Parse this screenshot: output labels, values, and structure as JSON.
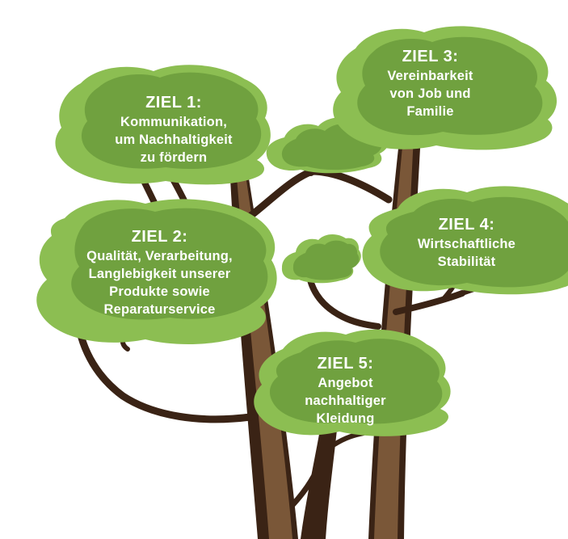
{
  "diagram": {
    "type": "tree-infographic",
    "language": "de",
    "description_names": {
      "tree": "stylized tree with goal canopies",
      "canopy": "foliage bubble",
      "trunk": "tree trunk"
    }
  },
  "colors": {
    "background": "#ffffff",
    "foliage_light": "#8CBE52",
    "foliage_dark": "#70A13F",
    "trunk_dark": "#3A2315",
    "trunk_light": "#7A5738",
    "text": "#ffffff"
  },
  "goals": [
    {
      "id": "ziel-1",
      "title": "ZIEL 1:",
      "lines": [
        "Kommunikation,",
        "um Nachhaltigkeit",
        "zu fördern"
      ]
    },
    {
      "id": "ziel-2",
      "title": "ZIEL 2:",
      "lines": [
        "Qualität, Verarbeitung,",
        "Langlebigkeit unserer",
        "Produkte sowie",
        "Reparaturservice"
      ]
    },
    {
      "id": "ziel-3",
      "title": "ZIEL 3:",
      "lines": [
        "Vereinbarkeit",
        "von Job und",
        "Familie"
      ]
    },
    {
      "id": "ziel-4",
      "title": "ZIEL 4:",
      "lines": [
        "Wirtschaftliche",
        "Stabilität"
      ]
    },
    {
      "id": "ziel-5",
      "title": "ZIEL 5:",
      "lines": [
        "Angebot",
        "nachhaltiger",
        "Kleidung"
      ]
    }
  ]
}
